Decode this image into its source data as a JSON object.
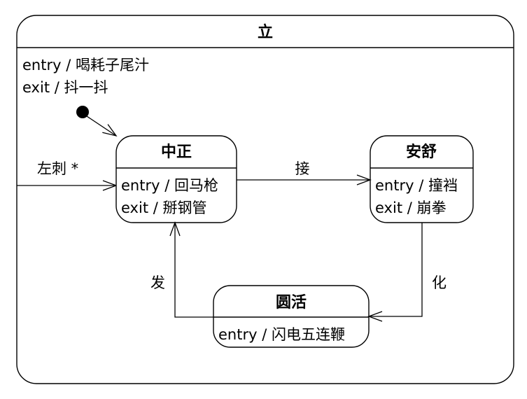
{
  "composite_state": {
    "name": "立",
    "entry": "entry / 喝耗子尾汁",
    "exit": "exit / 抖一抖"
  },
  "states": {
    "zhongzheng": {
      "name": "中正",
      "entry": "entry / 回马枪",
      "exit": "exit / 掰钢管"
    },
    "anshu": {
      "name": "安舒",
      "entry": "entry / 撞裆",
      "exit": "exit / 崩拳"
    },
    "yuanhuo": {
      "name": "圆活",
      "entry": "entry / 闪电五连鞭"
    }
  },
  "transitions": {
    "entry_label": "左刺 *",
    "zhongzheng_to_anshu": "接",
    "anshu_to_yuanhuo": "化",
    "yuanhuo_to_zhongzheng": "发"
  }
}
